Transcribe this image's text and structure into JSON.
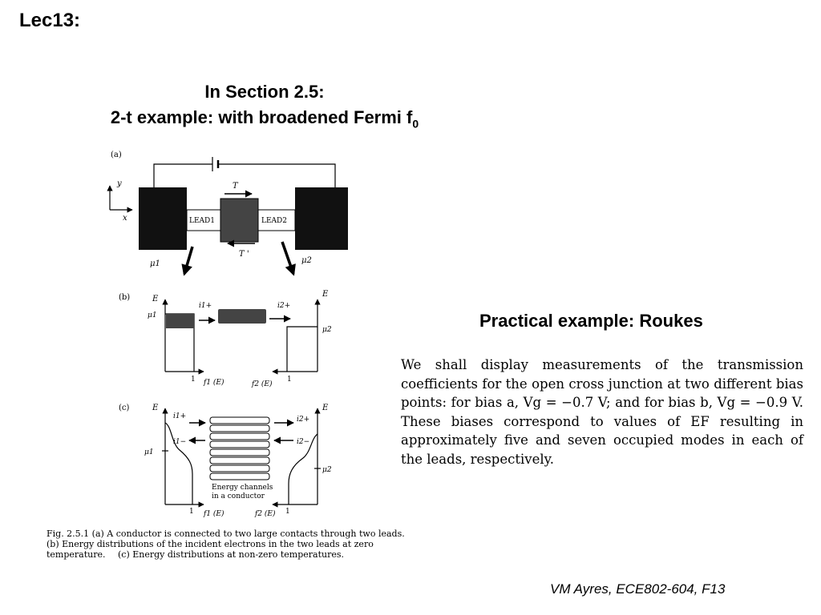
{
  "slide": {
    "title": "Lec13:",
    "section_line1": "In Section 2.5:",
    "section_line2": "2-t example: with broadened Fermi f",
    "section_sub": "0",
    "practical_heading": "Practical example: Roukes",
    "quote": "We shall display measurements of the transmission coefficients for the open cross junction at two different bias points: for bias a, Vg = −0.7 V; and for bias b, Vg = −0.9 V. These biases correspond to values of EF resulting in approximately five and seven occupied modes in each of the leads, respectively.",
    "footer": "VM Ayres, ECE802-604, F13"
  },
  "figure": {
    "panel_a": "(a)",
    "panel_b": "(b)",
    "panel_c": "(c)",
    "axis_y": "y",
    "axis_x": "x",
    "T": "T",
    "T_prime": "T '",
    "lead1": "LEAD1",
    "lead2": "LEAD2",
    "mu1": "μ1",
    "mu2": "μ2",
    "E": "E",
    "i1_plus": "i1+",
    "i2_plus": "i2+",
    "i1_minus": "i1−",
    "i2_minus": "i2−",
    "one": "1",
    "f1": "f1 (E)",
    "f2": "f2 (E)",
    "channels_line1": "Energy channels",
    "channels_line2": "in a conductor",
    "caption_line1": "Fig. 2.5.1 (a) A conductor is connected to two large contacts through two leads.",
    "caption_line2": "(b) Energy distributions of the incident electrons in the two leads at zero temperature.",
    "caption_line3": "(c) Energy distributions at non-zero temperatures."
  }
}
